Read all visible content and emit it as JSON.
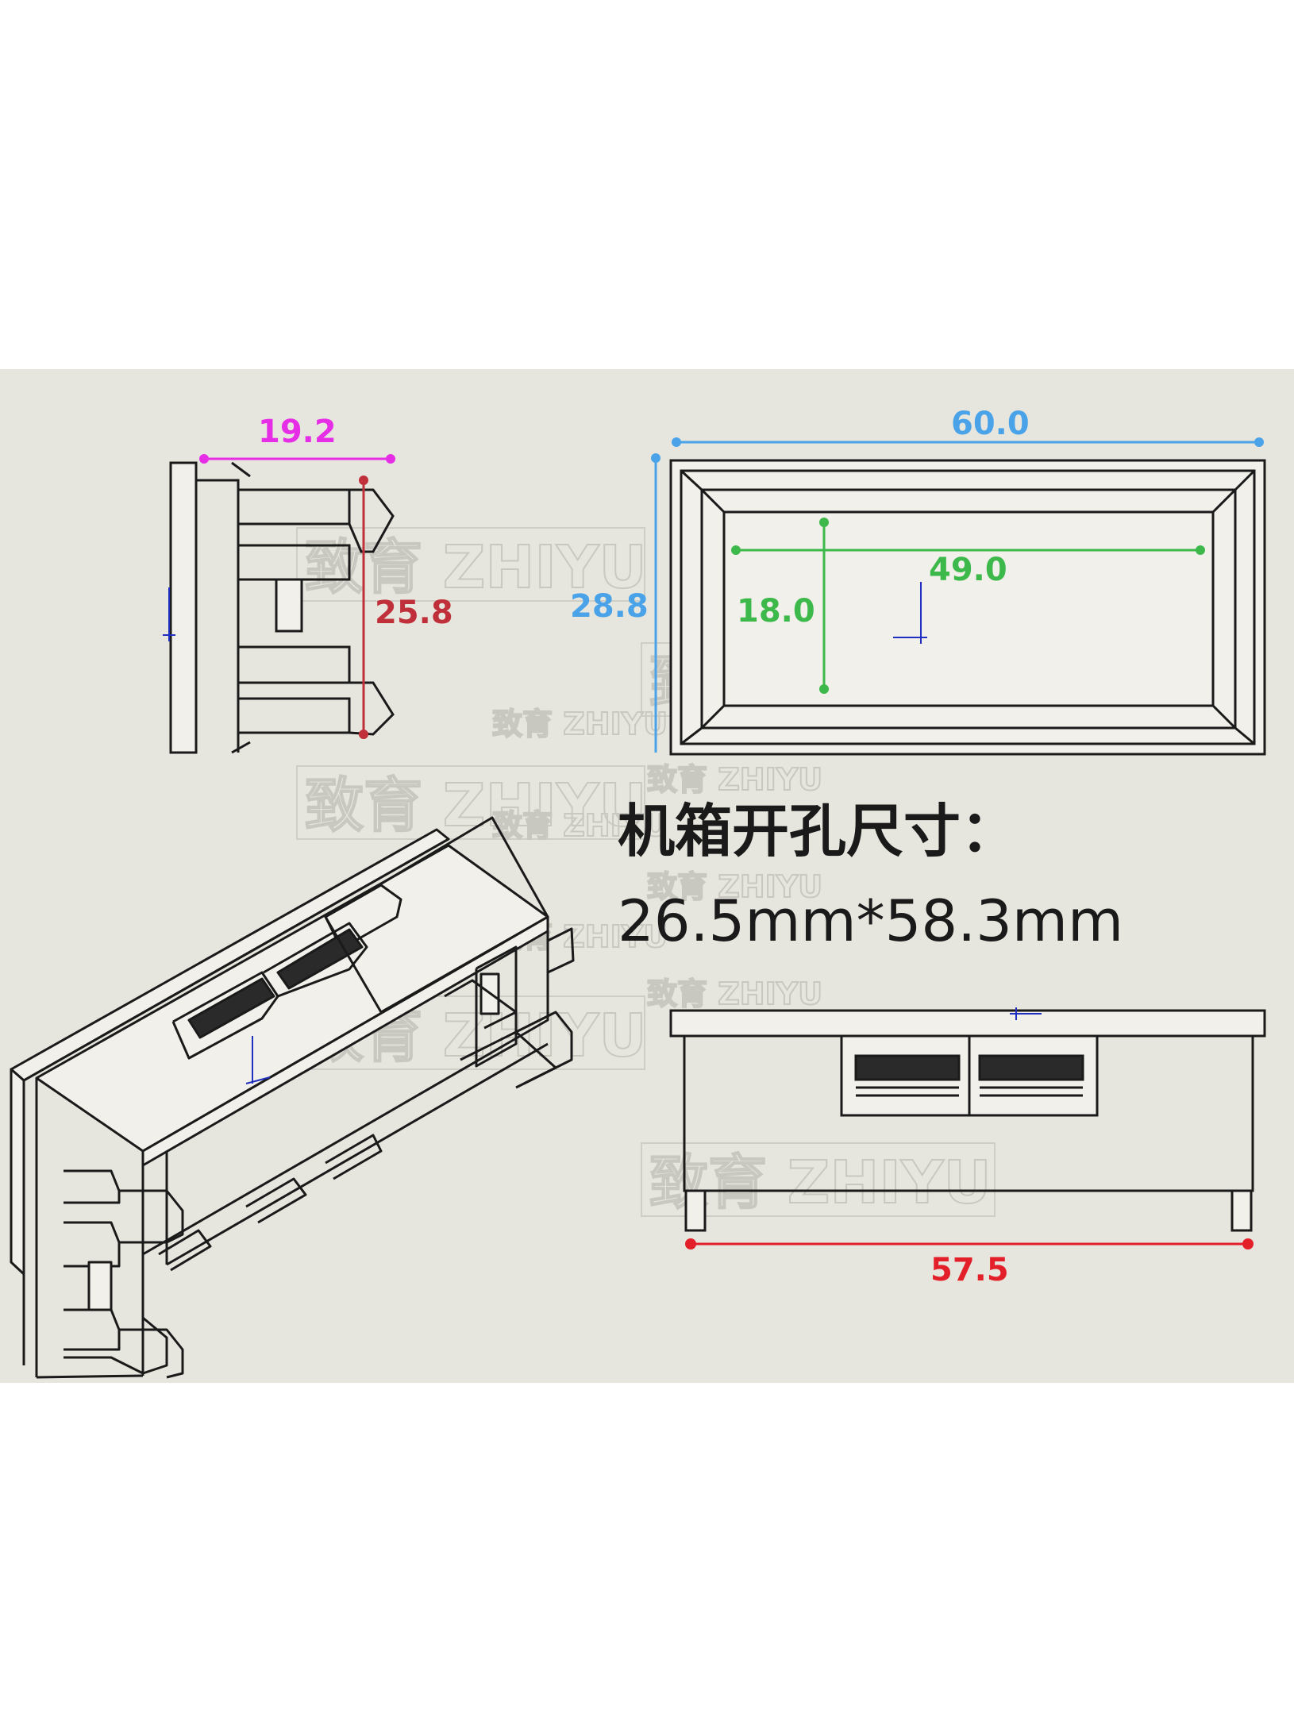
{
  "watermark": {
    "text": "致育 ZHIYU"
  },
  "colors": {
    "background": "#e7e6de",
    "outline": "#1a1a1a",
    "magenta": "#e62ee6",
    "crimson": "#c0303a",
    "blue": "#4aa3e8",
    "green": "#3db84a",
    "red": "#e3202a",
    "axis": "#1f2fbf"
  },
  "side_view": {
    "width_label": "19.2",
    "height_label": "25.8"
  },
  "front_view": {
    "width_label": "60.0",
    "height_label": "28.8",
    "window_width_label": "49.0",
    "window_height_label": "18.0"
  },
  "cutout_note": {
    "title": "机箱开孔尺寸：",
    "value": "26.5mm*58.3mm"
  },
  "bottom_view": {
    "width_label": "57.5"
  }
}
